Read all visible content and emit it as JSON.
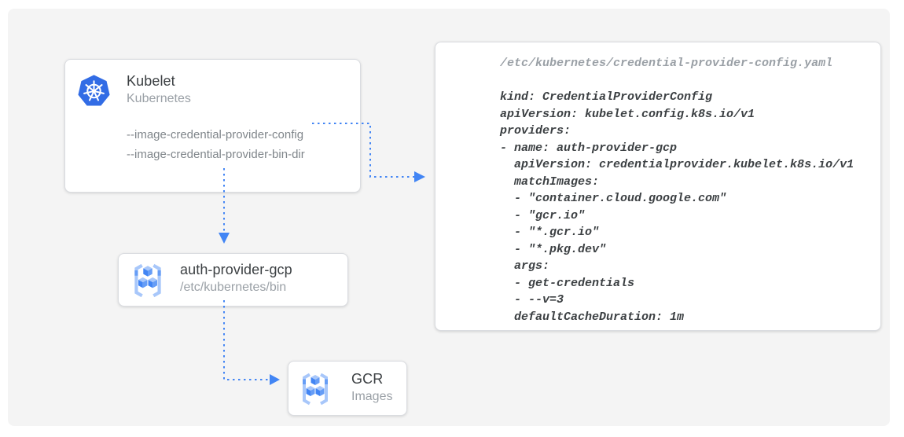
{
  "kubelet_box": {
    "title": "Kubelet",
    "subtitle": "Kubernetes",
    "flags": [
      "--image-credential-provider-config",
      "--image-credential-provider-bin-dir"
    ]
  },
  "provider_box": {
    "title": "auth-provider-gcp",
    "subtitle": "/etc/kubernetes/bin"
  },
  "gcr_box": {
    "title": "GCR",
    "subtitle": "Images"
  },
  "code_panel": {
    "path": "/etc/kubernetes/credential-provider-config.yaml",
    "code_lines": [
      "kind: CredentialProviderConfig",
      "apiVersion: kubelet.config.k8s.io/v1",
      "providers:",
      "- name: auth-provider-gcp",
      "  apiVersion: credentialprovider.kubelet.k8s.io/v1",
      "  matchImages:",
      "  - \"container.cloud.google.com\"",
      "  - \"gcr.io\"",
      "  - \"*.gcr.io\"",
      "  - \"*.pkg.dev\"",
      "  args:",
      "  - get-credentials",
      "  - --v=3",
      "  defaultCacheDuration: 1m"
    ]
  },
  "colors": {
    "arrow_blue": "#4285F4",
    "kubernetes_blue": "#326CE5",
    "registry_bracket_blue": "#A8C7FA",
    "registry_bracket_fold": "#669DF6",
    "cube_top": "#A8C7FA",
    "cube_left": "#4285F4",
    "cube_right": "#669DF6",
    "title_text": "#3C4043",
    "muted_text": "#9AA0A6",
    "flag_text": "#80868B",
    "panel_background": "#F4F4F4",
    "box_border": "#DADCE0"
  }
}
